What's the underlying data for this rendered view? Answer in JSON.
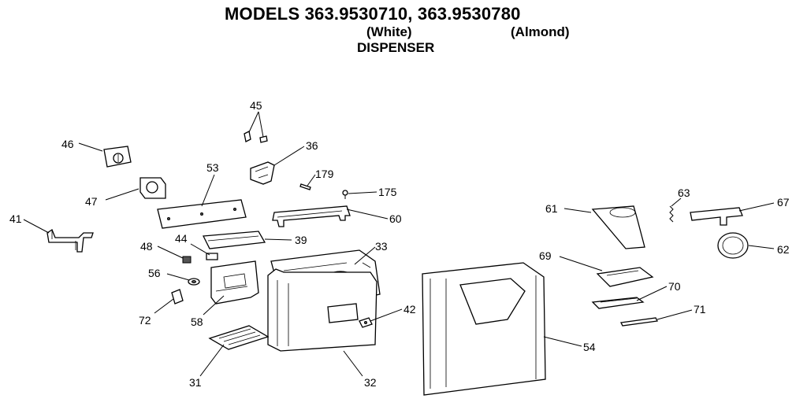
{
  "header": {
    "title": "MODELS 363.9530710, 363.9530780",
    "variant_white": "(White)",
    "variant_almond": "(Almond)",
    "section": "DISPENSER"
  },
  "callouts": [
    {
      "id": "c45",
      "text": "45"
    },
    {
      "id": "c46",
      "text": "46"
    },
    {
      "id": "c36",
      "text": "36"
    },
    {
      "id": "c179",
      "text": "179"
    },
    {
      "id": "c53",
      "text": "53"
    },
    {
      "id": "c175",
      "text": "175"
    },
    {
      "id": "c47",
      "text": "47"
    },
    {
      "id": "c41",
      "text": "41"
    },
    {
      "id": "c60",
      "text": "60"
    },
    {
      "id": "c44",
      "text": "44"
    },
    {
      "id": "c39",
      "text": "39"
    },
    {
      "id": "c48",
      "text": "48"
    },
    {
      "id": "c33",
      "text": "33"
    },
    {
      "id": "c56",
      "text": "56"
    },
    {
      "id": "c42",
      "text": "42"
    },
    {
      "id": "c72",
      "text": "72"
    },
    {
      "id": "c58",
      "text": "58"
    },
    {
      "id": "c31",
      "text": "31"
    },
    {
      "id": "c32",
      "text": "32"
    },
    {
      "id": "c54",
      "text": "54"
    },
    {
      "id": "c61",
      "text": "61"
    },
    {
      "id": "c63",
      "text": "63"
    },
    {
      "id": "c67",
      "text": "67"
    },
    {
      "id": "c62",
      "text": "62"
    },
    {
      "id": "c69",
      "text": "69"
    },
    {
      "id": "c70",
      "text": "70"
    },
    {
      "id": "c71",
      "text": "71"
    }
  ]
}
